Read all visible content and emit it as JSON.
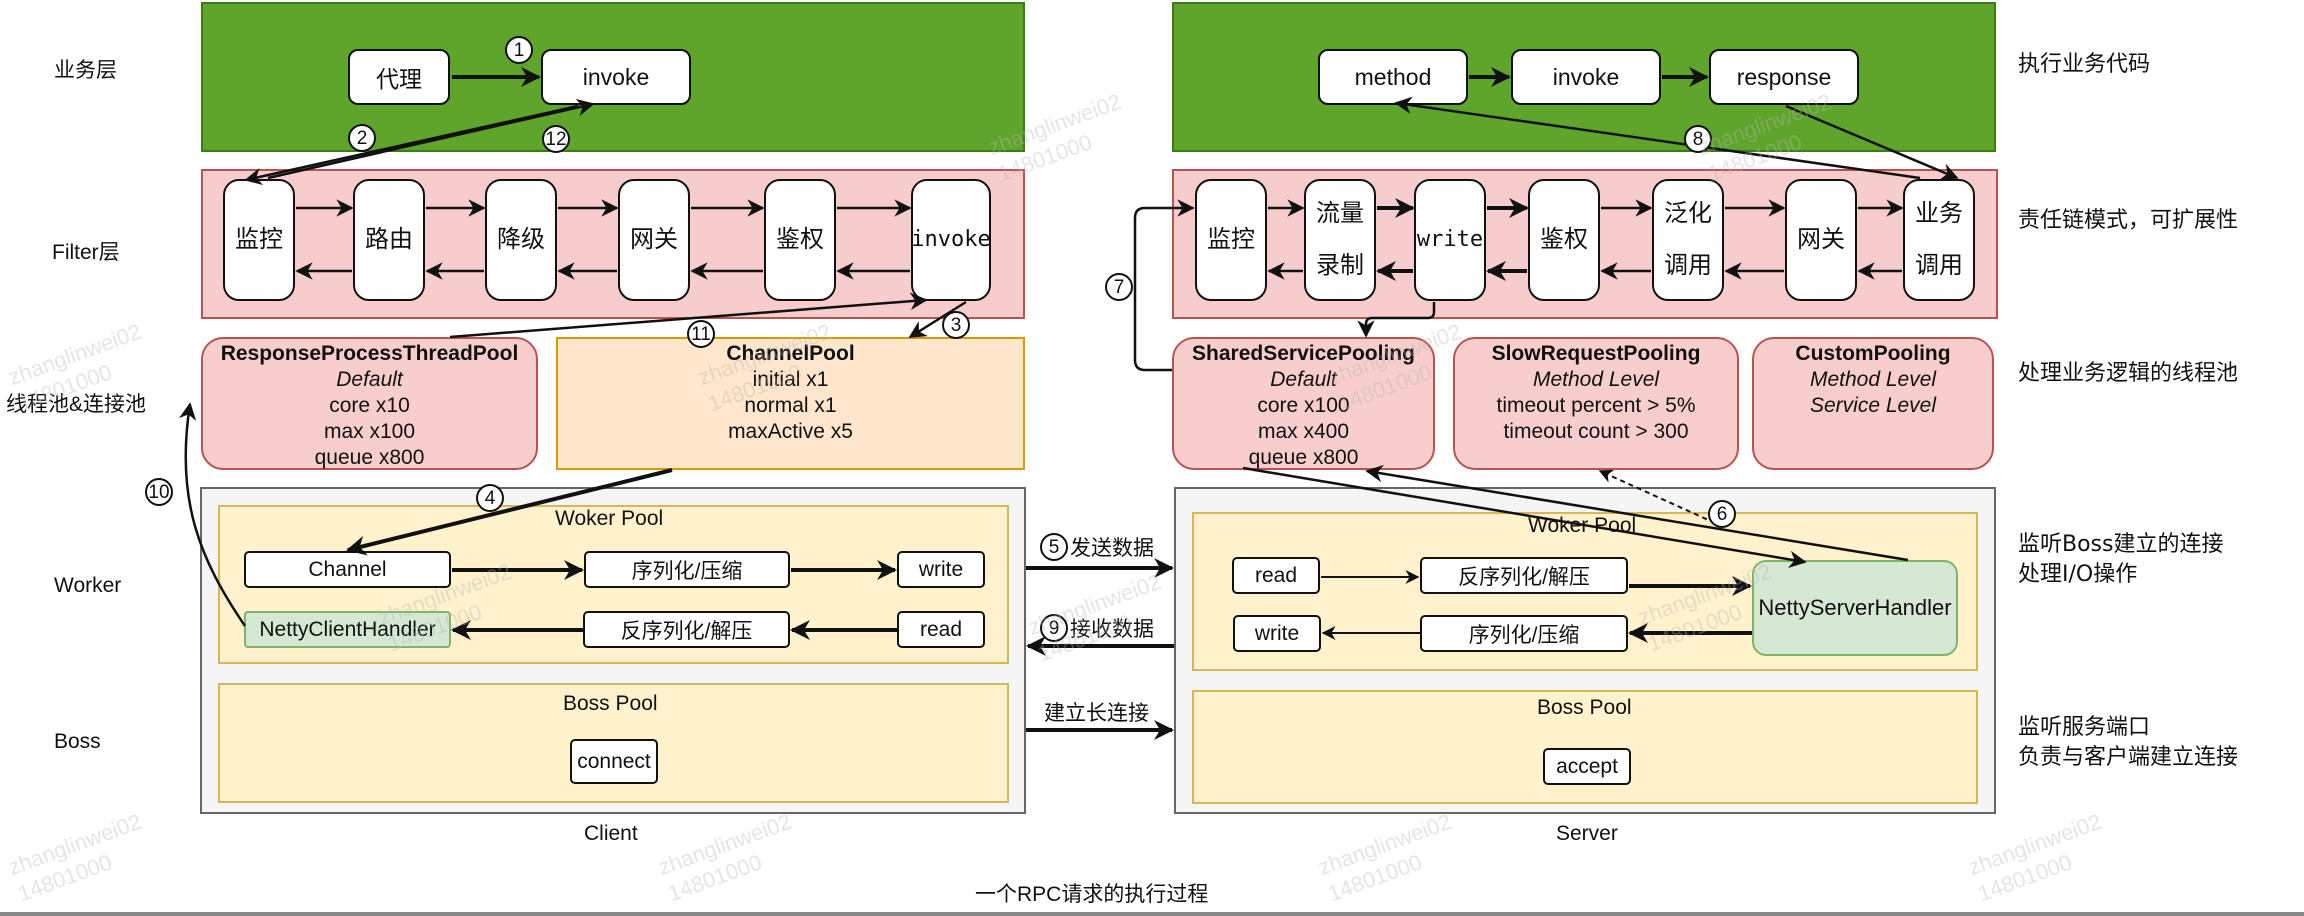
{
  "caption": "一个RPC请求的执行过程",
  "left_labels": {
    "business": "业务层",
    "filter": "Filter层",
    "pools": "线程池&连接池",
    "worker": "Worker",
    "boss": "Boss"
  },
  "right_notes": {
    "business": "执行业务代码",
    "filter": "责任链模式，可扩展性",
    "pools": "处理业务逻辑的线程池",
    "worker": "监听Boss建立的连接\n处理I/O操作",
    "boss": "监听服务端口\n负责与客户端建立连接"
  },
  "client": {
    "label": "Client",
    "business": [
      "代理",
      "invoke"
    ],
    "filters": [
      "监控",
      "路由",
      "降级",
      "网关",
      "鉴权",
      "invoke"
    ],
    "response_pool": {
      "title": "ResponseProcessThreadPool",
      "subtitle": "Default",
      "lines": [
        "core x10",
        "max x100",
        "queue x800"
      ]
    },
    "channel_pool": {
      "title": "ChannelPool",
      "lines": [
        "initial x1",
        "normal x1",
        "maxActive x5"
      ]
    },
    "worker_pool": {
      "title": "Woker Pool",
      "channel": "Channel",
      "serialize": "序列化/压缩",
      "write": "write",
      "handler": "NettyClientHandler",
      "deserialize": "反序列化/解压",
      "read": "read"
    },
    "boss_pool": {
      "title": "Boss Pool",
      "connect": "connect"
    }
  },
  "server": {
    "label": "Server",
    "business": [
      "method",
      "invoke",
      "response"
    ],
    "filters": [
      "监控",
      "流量\n录制",
      "write",
      "鉴权",
      "泛化\n调用",
      "网关",
      "业务\n调用"
    ],
    "shared_pool": {
      "title": "SharedServicePooling",
      "subtitle": "Default",
      "lines": [
        "core x100",
        "max x400",
        "queue x800"
      ]
    },
    "slow_pool": {
      "title": "SlowRequestPooling",
      "subtitle": "Method Level",
      "lines": [
        "timeout percent > 5%",
        "timeout count > 300"
      ]
    },
    "custom_pool": {
      "title": "CustomPooling",
      "subtitle": "Method Level",
      "subtitle2": "Service Level"
    },
    "worker_pool": {
      "title": "Woker Pool",
      "read": "read",
      "deserialize": "反序列化/解压",
      "handler": "NettyServerHandler",
      "write": "write",
      "serialize": "序列化/压缩"
    },
    "boss_pool": {
      "title": "Boss Pool",
      "accept": "accept"
    }
  },
  "edges": {
    "send": {
      "step": "5",
      "label": "发送数据"
    },
    "receive": {
      "step": "9",
      "label": "接收数据"
    },
    "connect": {
      "label": "建立长连接"
    }
  },
  "steps": [
    "1",
    "2",
    "3",
    "4",
    "6",
    "7",
    "8",
    "10",
    "11",
    "12"
  ],
  "watermark": "zhanglinwei02\n14801000",
  "colors": {
    "business_layer": "#60a52b",
    "filter_layer": "#f7cccc",
    "thread_pool": "#f8cecc",
    "channel_pool": "#ffe6cc",
    "netty_pool": "#fff2cc",
    "handler": "#d5e8d4",
    "container": "#f5f5f5"
  }
}
